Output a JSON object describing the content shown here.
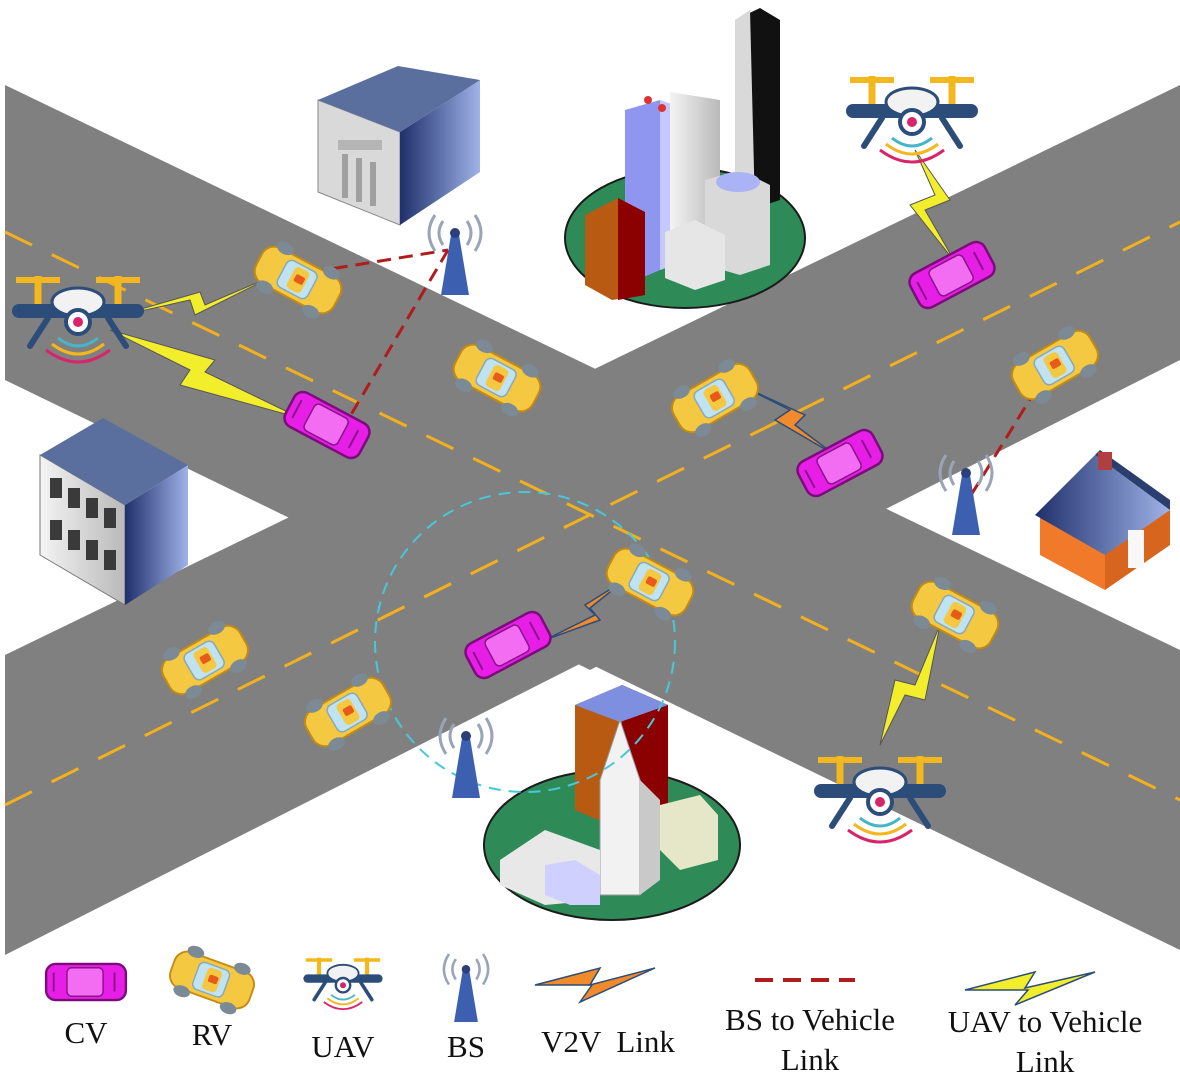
{
  "colors": {
    "road": "#808080",
    "lane_marking": "#f2b01e",
    "cv": "#e61ee6",
    "rv": "#f5c842",
    "uav_body": "#2c4d7a",
    "uav_rotor": "#f3b81e",
    "bs": "#3d5fb0",
    "v2v_link": "#f08a2a",
    "bs_link": "#b01c1c",
    "uav_link": "#f2ee2c",
    "coverage_circle": "#47c8d8",
    "grass": "#2e8b57"
  },
  "legend": [
    {
      "key": "cv",
      "icon": "car-icon",
      "label": "CV"
    },
    {
      "key": "rv",
      "icon": "car-icon",
      "label": "RV"
    },
    {
      "key": "uav",
      "icon": "drone-icon",
      "label": "UAV"
    },
    {
      "key": "bs",
      "icon": "antenna-icon",
      "label": "BS"
    },
    {
      "key": "v2v",
      "icon": "lightning-icon",
      "label": "V2V  Link"
    },
    {
      "key": "bs_link",
      "icon": "dashed-line-icon",
      "label_line1": "BS to Vehicle",
      "label_line2": "Link"
    },
    {
      "key": "uav_link",
      "icon": "lightning-icon",
      "label_line1": "UAV to Vehicle",
      "label_line2": "Link"
    }
  ]
}
